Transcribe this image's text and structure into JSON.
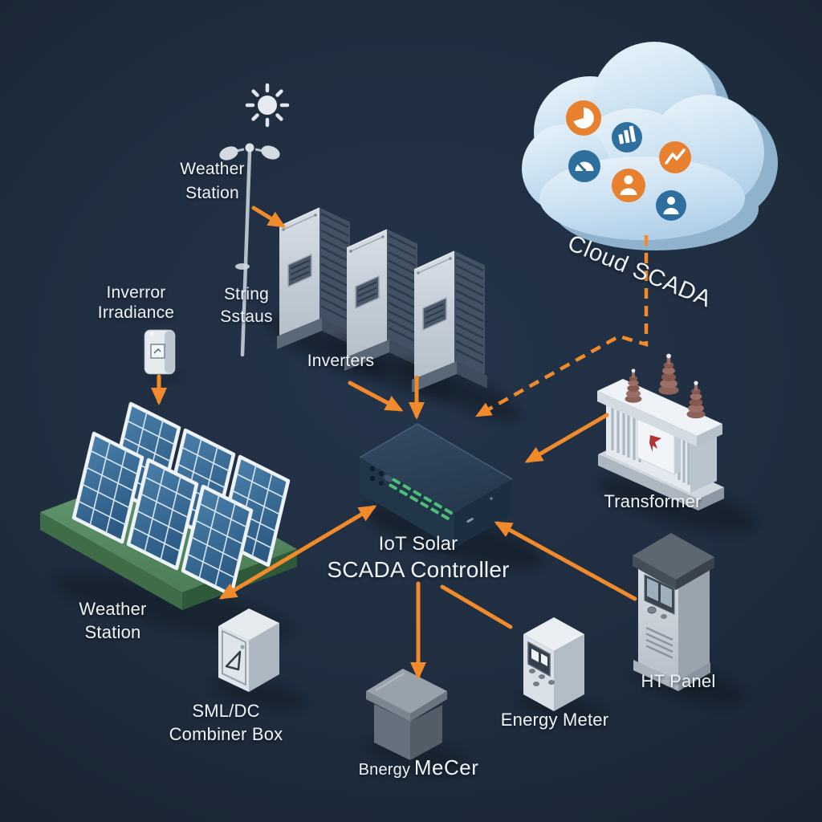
{
  "colors": {
    "background": "#1f2d3f",
    "arrow_orange": "#F18A2B",
    "label_text": "#f0f4f7",
    "cloud_fill": "#cde2f2",
    "icon_orange": "#e8812f",
    "icon_blue": "#2e6f9d",
    "solar_panel_blue": "#33628c",
    "array_base_green": "#5d9367",
    "controller_navy": "#2b3f54",
    "led_green": "#4dbd77"
  },
  "nodes": {
    "weather_station_top": {
      "line1": "Weather",
      "line2": "Station"
    },
    "string_status": {
      "line1": "String",
      "line2": "Sstaus"
    },
    "inverters": {
      "label": "Inverters"
    },
    "irradiance": {
      "line1": "Inverror",
      "line2": "Irradiance"
    },
    "solar_array": {
      "line1": "Weather",
      "line2": "Station"
    },
    "controller": {
      "line1": "IoT Solar",
      "line2": "SCADA Controller"
    },
    "cloud": {
      "label": "Cloud SCADA"
    },
    "transformer": {
      "label": "Transformer"
    },
    "ht_panel": {
      "label": "HT Panel"
    },
    "energy_meter": {
      "label": "Energy Meter"
    },
    "combiner_box": {
      "line1": "SML/DC",
      "line2": "Combiner Box"
    },
    "meter_box": {
      "part1": "Bnergy",
      "part2": "MeCer"
    }
  },
  "cloud_icons": [
    "pie-chart",
    "bar-chart",
    "line-chart",
    "gauge",
    "user",
    "user"
  ],
  "connections": [
    {
      "from": "weather-station-pole",
      "to": "inverters",
      "style": "solid"
    },
    {
      "from": "irradiance-sensor",
      "to": "solar-array",
      "style": "solid"
    },
    {
      "from": "inverters",
      "to": "scada-controller",
      "style": "solid"
    },
    {
      "from": "inverters-left",
      "to": "scada-controller",
      "style": "solid"
    },
    {
      "from": "cloud-scada",
      "to": "scada-controller",
      "style": "dashed"
    },
    {
      "from": "transformer",
      "to": "scada-controller",
      "style": "solid"
    },
    {
      "from": "ht-panel",
      "to": "scada-controller",
      "style": "solid"
    },
    {
      "from": "scada-controller",
      "to": "energy-meter",
      "style": "solid-line"
    },
    {
      "from": "scada-controller",
      "to": "meter-box",
      "style": "solid"
    },
    {
      "from": "combiner-box",
      "to": "scada-controller",
      "style": "solid-bidirectional"
    }
  ]
}
